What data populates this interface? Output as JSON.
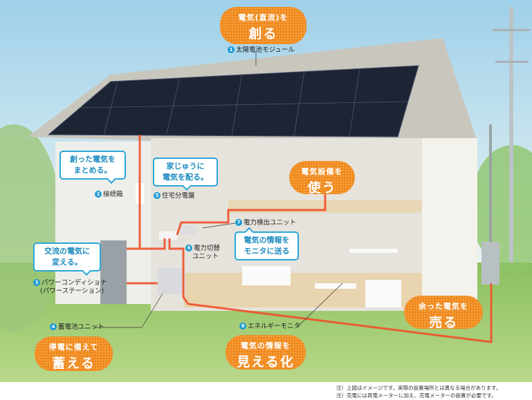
{
  "actions": [
    {
      "sub": "電気(直流)を",
      "main": "創る"
    },
    {
      "sub": "電気設備を",
      "main": "使う"
    },
    {
      "sub": "停電に備えて",
      "main": "蓄える"
    },
    {
      "sub": "電気の情報を",
      "main": "見える化"
    },
    {
      "sub": "余った電気を",
      "main": "売る"
    }
  ],
  "bubbles": [
    {
      "line1": "創った電気を",
      "line2": "まとめる。"
    },
    {
      "line1": "家じゅうに",
      "line2": "電気を配る。"
    },
    {
      "line1": "交流の電気に",
      "line2": "変える。"
    },
    {
      "line1": "電気の情報を",
      "line2": "モニタに送る"
    }
  ],
  "components": [
    {
      "num": "1",
      "name": "太陽電池モジュール"
    },
    {
      "num": "2",
      "name": "接続箱"
    },
    {
      "num": "3",
      "name": "パワーコンディショナ",
      "name2": "(パワーステーション)"
    },
    {
      "num": "4",
      "name": "蓄電池ユニット"
    },
    {
      "num": "5",
      "name": "住宅分電盤"
    },
    {
      "num": "6",
      "name": "電力切替",
      "name2": "ユニット"
    },
    {
      "num": "7",
      "name": "電力検出ユニット"
    },
    {
      "num": "8",
      "name": "エネルギーモニタ"
    }
  ],
  "notes": [
    "注）上図はイメージです。実際の設置場所とは異なる場合があります。",
    "注）売電には買電メーターに加え、売電メーターの設置が必要です。"
  ],
  "colors": {
    "accent": "#f08a1c",
    "callout": "#2aa7d8",
    "wire": "#f0502a"
  }
}
